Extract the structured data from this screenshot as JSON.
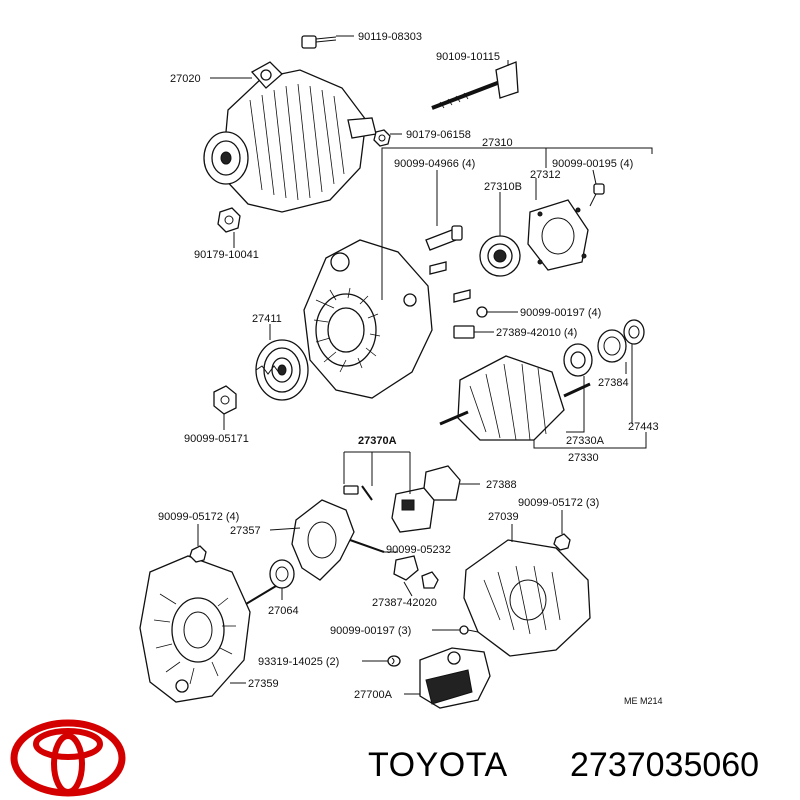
{
  "labels": {
    "p1": "90119-08303",
    "p2": "90109-10115",
    "p3": "27020",
    "p4": "90179-06158",
    "p5": "27310",
    "p6": "90099-04966 (4)",
    "p7": "90099-00195 (4)",
    "p8": "27312",
    "p9": "27310B",
    "p10": "90179-10041",
    "p11": "90099-00197 (4)",
    "p12": "27389-42010 (4)",
    "p13": "27411",
    "p14": "27384",
    "p15": "27443",
    "p16": "27330A",
    "p17": "27330",
    "p18": "90099-05171",
    "p19": "27370A",
    "p20": "27388",
    "p21": "90099-05172 (4)",
    "p22": "90099-05172 (3)",
    "p23": "27039",
    "p24": "27357",
    "p25": "90099-05232",
    "p26": "27387-42020",
    "p27": "27064",
    "p28": "90099-00197 (3)",
    "p29": "93319-14025 (2)",
    "p30": "27359",
    "p31": "27700A"
  },
  "ref_code": "ME M214",
  "footer": {
    "brand": "TOYOTA",
    "part_number": "2737035060"
  },
  "colors": {
    "logo": "#d40000",
    "ink": "#111111",
    "background": "#ffffff"
  }
}
